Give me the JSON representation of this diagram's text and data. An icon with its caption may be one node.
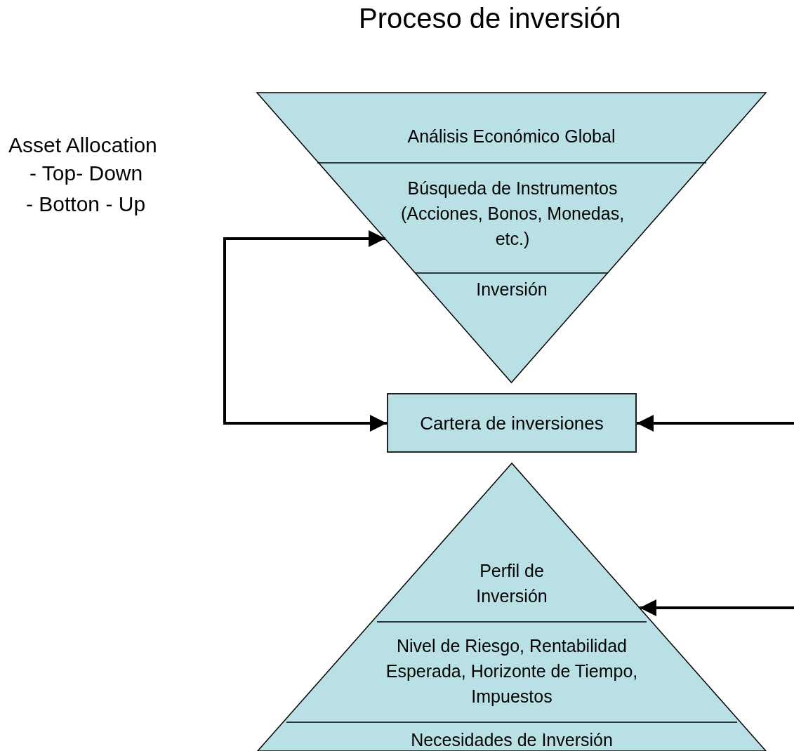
{
  "diagram": {
    "title": "Proceso de inversión",
    "nodes": [
      {
        "text": [],
        "shape": "triangle"
      },
      {
        "text": [
          "Análisis Económico Global"
        ],
        "in": 0
      },
      {
        "text": [
          "Búsqueda de Instrumentos (Acciones, Bonos, Monedas, etc.)"
        ],
        "in": 0
      },
      {
        "text": [
          "Inversión"
        ],
        "in": 0
      },
      {
        "text": [
          "Cartera de inversiones"
        ]
      },
      {
        "text": [],
        "shape": "triangle"
      },
      {
        "text": [
          "Perfil de Inversión"
        ],
        "in": 5
      },
      {
        "text": [
          "Nivel de Riesgo, Rentabilidad Esperada, Horizonte de Tiempo, Impuestos"
        ],
        "in": 5
      },
      {
        "text": [
          "Necesidades de Inversión"
        ],
        "in": 5
      }
    ],
    "edges": [
      {
        "from": 2,
        "to": 4,
        "arrow": "both"
      },
      {
        "from": null,
        "to": 4,
        "arrow": "to"
      },
      {
        "from": null,
        "to": 5,
        "arrow": "to"
      }
    ],
    "labels": [
      "Asset Allocation",
      "- Top- Down",
      "- Botton - Up"
    ]
  }
}
